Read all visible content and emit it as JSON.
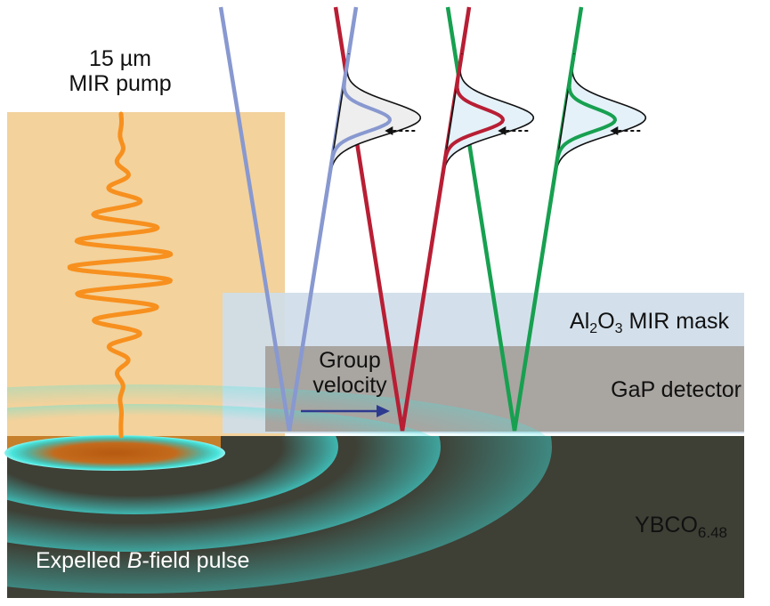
{
  "labels": {
    "pump_line1": "15 µm",
    "pump_line2": "MIR pump",
    "mask_part1": "Al",
    "mask_sub1": "2",
    "mask_part2": "O",
    "mask_sub2": "3",
    "mask_part3": " MIR mask",
    "gap": "GaP detector",
    "group_line1": "Group",
    "group_line2": "velocity",
    "ybco_main": "YBCO",
    "ybco_sub": "6.48",
    "expelled_part1": "Expelled ",
    "expelled_italic": "B",
    "expelled_part2": "-field pulse"
  },
  "colors": {
    "pump_block": "#f3d29c",
    "pump_wave": "#f7901e",
    "mask": "#cfdde9",
    "gap": "#a9a5a1",
    "substrate": "#3e3f35",
    "field_glow": "#3fe6e2",
    "probe_blue": "#8898d0",
    "probe_red": "#b81e34",
    "probe_green": "#17a050",
    "velocity_arrow": "#2e3a8f"
  },
  "icons": {
    "pump_wave": "oscillating-wave-icon",
    "field_pulse": "ripple-rings-icon",
    "probe_pulse": "gaussian-pulse-icon",
    "velocity": "arrow-right-icon"
  }
}
